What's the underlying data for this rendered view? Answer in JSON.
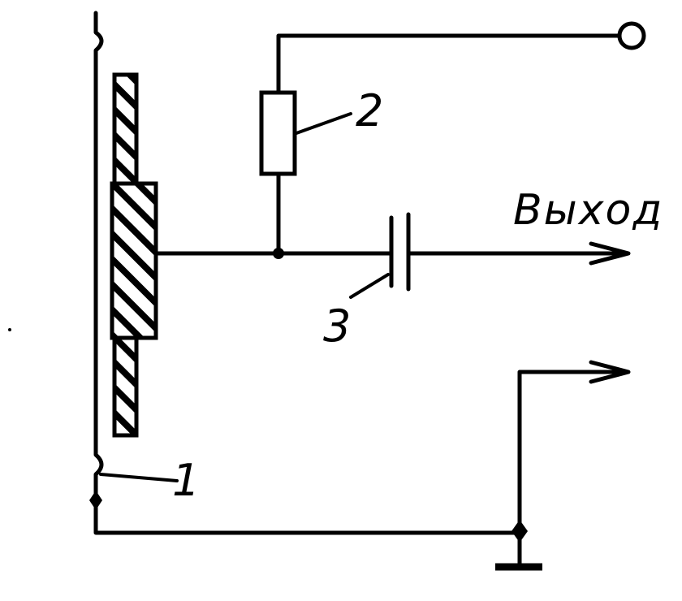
{
  "labels": {
    "element_1": "1",
    "element_2": "2",
    "element_3": "3",
    "output": "Выход"
  },
  "colors": {
    "ink": "#000000",
    "background": "#ffffff"
  },
  "icons": {
    "terminal": "open-circle-terminal",
    "ground": "ground-symbol",
    "junction": "junction-dot",
    "arrow": "output-arrow"
  }
}
